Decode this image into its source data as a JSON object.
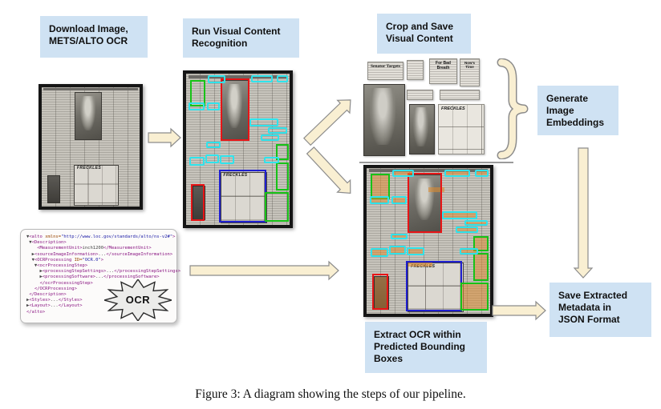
{
  "caption": "Figure 3: A diagram showing the steps of our pipeline.",
  "steps": {
    "download": "Download Image,\nMETS/ALTO OCR",
    "recognize": "Run Visual Content\nRecognition",
    "crop_save": "Crop and Save\nVisual Content",
    "embeddings": "Generate\nImage\nEmbeddings",
    "extract_ocr": "Extract OCR within\nPredicted Bounding\nBoxes",
    "save_json": "Save Extracted\nMetadata in\nJSON Format"
  },
  "ocr_burst": "OCR",
  "clippings": {
    "senator_targets": "Senator Targets",
    "for_bad_breath": "For Bad Breath",
    "nows_time": "Now's\nTime",
    "freckles": "FRECKLES"
  },
  "alto_snippet": {
    "lines": [
      [
        [
          "▼",
          "d"
        ],
        [
          "<alto ",
          "t"
        ],
        [
          "xmlns=",
          "a"
        ],
        [
          "\"http://www.loc.gov/standards/alto/ns-v2#\"",
          "v"
        ],
        [
          ">",
          "t"
        ]
      ],
      [
        [
          " ▼",
          "d"
        ],
        [
          "<Description>",
          "t"
        ]
      ],
      [
        [
          "    ",
          "d"
        ],
        [
          "<MeasurementUnit>",
          "t"
        ],
        [
          "inch1200",
          "d"
        ],
        [
          "</MeasurementUnit>",
          "t"
        ]
      ],
      [
        [
          "  ▶",
          "d"
        ],
        [
          "<sourceImageInformation>",
          "t"
        ],
        [
          "...",
          "d"
        ],
        [
          "</sourceImageInformation>",
          "t"
        ]
      ],
      [
        [
          "  ▼",
          "d"
        ],
        [
          "<OCRProcessing ",
          "t"
        ],
        [
          "ID=",
          "a"
        ],
        [
          "\"OCR.0\"",
          "v"
        ],
        [
          ">",
          "t"
        ]
      ],
      [
        [
          "   ▼",
          "d"
        ],
        [
          "<ocrProcessingStep>",
          "t"
        ]
      ],
      [
        [
          "     ▶",
          "d"
        ],
        [
          "<processingStepSettings>",
          "t"
        ],
        [
          "...",
          "d"
        ],
        [
          "</processingStepSettings>",
          "t"
        ]
      ],
      [
        [
          "     ▶",
          "d"
        ],
        [
          "<processingSoftware>",
          "t"
        ],
        [
          "...",
          "d"
        ],
        [
          "</processingSoftware>",
          "t"
        ]
      ],
      [
        [
          "     ",
          "d"
        ],
        [
          "</ocrProcessingStep>",
          "t"
        ]
      ],
      [
        [
          "   ",
          "d"
        ],
        [
          "</OCRProcessing>",
          "t"
        ]
      ],
      [
        [
          " ",
          "d"
        ],
        [
          "</Description>",
          "t"
        ]
      ],
      [
        [
          "▶",
          "d"
        ],
        [
          "<Styles>",
          "t"
        ],
        [
          "...",
          "d"
        ],
        [
          "</Styles>",
          "t"
        ]
      ],
      [
        [
          "▶",
          "d"
        ],
        [
          "<Layout>",
          "t"
        ],
        [
          "...",
          "d"
        ],
        [
          "</Layout>",
          "t"
        ]
      ],
      [
        [
          "",
          "d"
        ],
        [
          "</alto>",
          "t"
        ]
      ]
    ]
  },
  "colors": {
    "step_box_bg": "#cfe2f3",
    "arrow_fill": "#f9efd2",
    "bbox_photo": "#e81416",
    "bbox_comic": "#1f1fd0",
    "bbox_ad": "#17c217",
    "bbox_headline": "#2fe3ec",
    "ocr_highlight": "#db8a31"
  }
}
